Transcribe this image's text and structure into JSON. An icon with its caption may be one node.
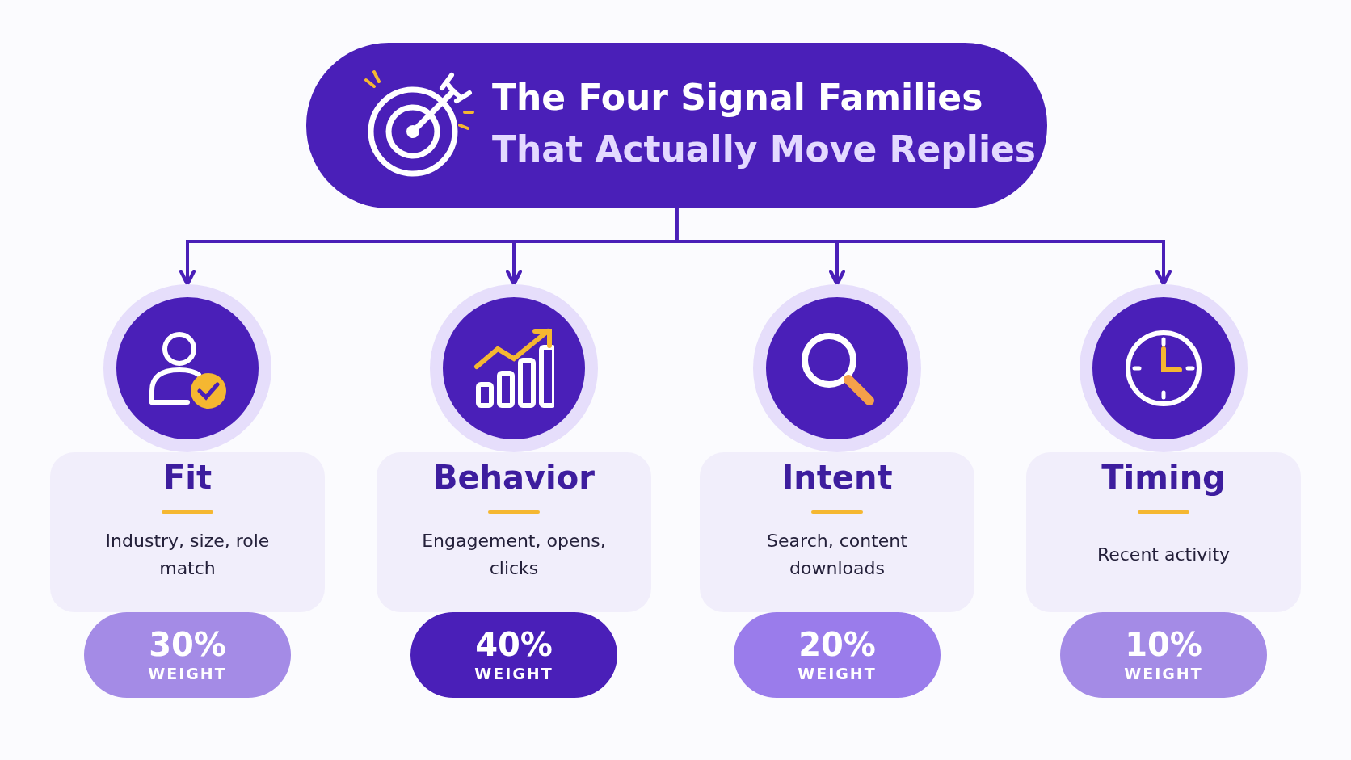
{
  "diagram": {
    "nodes": [
      {
        "text": [
          "The Four Signal Families",
          "That Actually Move Replies"
        ]
      },
      {
        "text": [],
        "shape": "circle"
      },
      {
        "text": [],
        "shape": "circle"
      },
      {
        "text": [],
        "shape": "circle"
      },
      {
        "text": [],
        "shape": "circle"
      },
      {
        "text": [
          "Fit",
          "Industry, size, role match"
        ]
      },
      {
        "text": [
          "Behavior",
          "Engagement, opens, clicks"
        ]
      },
      {
        "text": [
          "Intent",
          "Search, content downloads"
        ]
      },
      {
        "text": [
          "Timing",
          "Recent activity"
        ]
      },
      {
        "text": [
          "30%",
          "WEIGHT"
        ]
      },
      {
        "text": [
          "40%",
          "WEIGHT"
        ]
      },
      {
        "text": [
          "20%",
          "WEIGHT"
        ]
      },
      {
        "text": [
          "10%",
          "WEIGHT"
        ]
      }
    ],
    "edges": [
      {
        "from": 0,
        "to": 1,
        "arrow": "to"
      },
      {
        "from": 0,
        "to": 2,
        "arrow": "to"
      },
      {
        "from": 0,
        "to": 3,
        "arrow": "to"
      },
      {
        "from": 0,
        "to": 4,
        "arrow": "to"
      }
    ]
  }
}
